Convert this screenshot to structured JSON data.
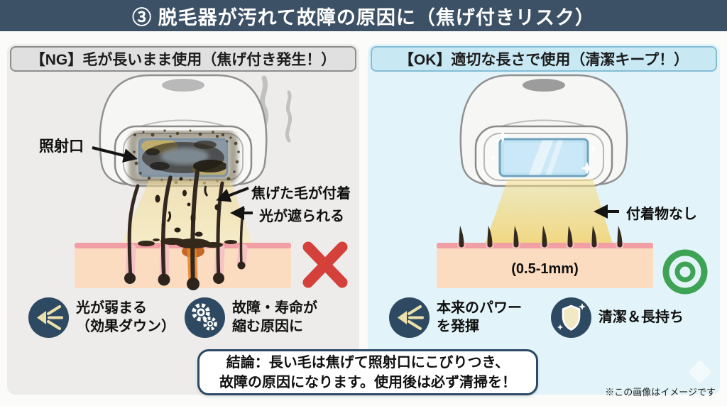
{
  "title": "③ 脱毛器が汚れて故障の原因に（焦げ付きリスク）",
  "ng_panel": {
    "header": "【NG】毛が長いまま使用（焦げ付き発生！）",
    "callout_window": "照射口",
    "callout_burnt_hair": "焦げた毛が付着",
    "callout_light_blocked": "光が遮られる",
    "benefits": [
      {
        "icon": "light-beam-icon",
        "lines": [
          "光が弱まる",
          "（効果ダウン）"
        ]
      },
      {
        "icon": "gears-icon",
        "lines": [
          "故障・寿命が",
          "縮む原因に"
        ]
      }
    ]
  },
  "ok_panel": {
    "header": "【OK】適切な長さで使用（清潔キープ！）",
    "callout_no_residue": "付着物なし",
    "hair_length_label": "(0.5-1mm)",
    "benefits": [
      {
        "icon": "light-beam-icon",
        "lines": [
          "本来のパワー",
          "を発揮"
        ]
      },
      {
        "icon": "shield-icon",
        "lines": [
          "清潔＆長持ち"
        ]
      }
    ]
  },
  "conclusion": {
    "line1": "結論：長い毛は焦げて照射口にこびりつき、",
    "line2": "故障の原因になります。使用後は必ず清掃を！"
  },
  "footnote": "※この画像はイメージです",
  "colors": {
    "title_bar": "#3d5166",
    "ng_panel_bg": "#edecea",
    "ok_panel_bg": "#e2f4f9",
    "icon_circle": "#2e4a63",
    "ng_cross": "#d4403a",
    "ok_double_circle": "#3fa356",
    "skin": "#fcdcc1",
    "beam": "#f3d98c"
  }
}
